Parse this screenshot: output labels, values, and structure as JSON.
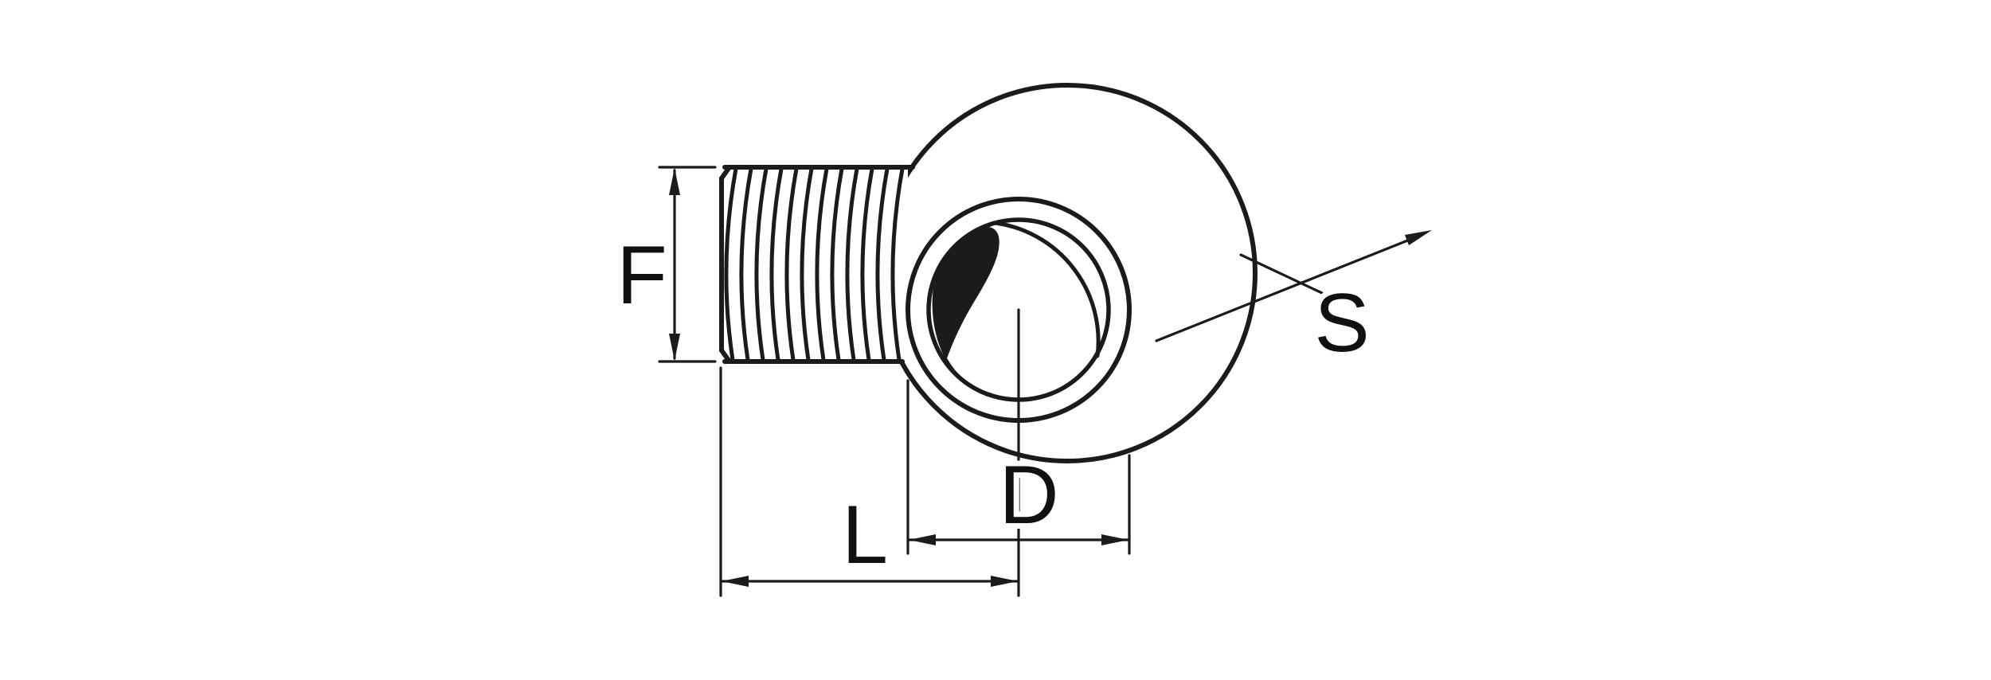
{
  "diagram": {
    "labels": {
      "f": "F",
      "l": "L",
      "d": "D",
      "s": "S"
    },
    "colors": {
      "line": "#1b1b1b",
      "dimension_line": "#1b1b1b",
      "text": "#111111",
      "background": "#ffffff"
    }
  }
}
